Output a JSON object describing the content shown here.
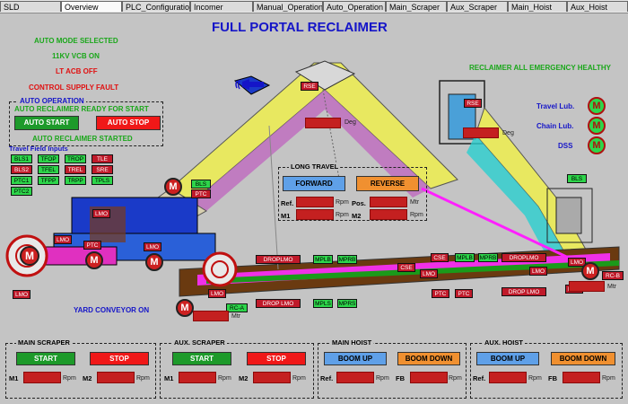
{
  "tabs": [
    "SLD",
    "Overview",
    "PLC_Configuration",
    "Incomer",
    "Manual_Operation",
    "Auto_Operation",
    "Main_Scraper",
    "Aux_Scraper",
    "Main_Hoist",
    "Aux_Hoist"
  ],
  "title": "FULL PORTAL RECLAIMER",
  "status": {
    "auto_mode": "AUTO MODE SELECTED",
    "vcb": "11KV VCB ON",
    "acb": "LT ACB OFF",
    "control_supply": "CONTROL SUPPLY FAULT",
    "emergency": "RECLAIMER ALL EMERGENCY HEALTHY"
  },
  "auto_operation": {
    "title": "AUTO OPERATION",
    "ready": "AUTO RECLAIMER READY FOR START",
    "start": "AUTO START",
    "stop": "AUTO STOP",
    "started": "AUTO RECLAIMER STARTED"
  },
  "travel_inputs": {
    "title": "Travel Field Inputs",
    "tags": [
      "BLS1",
      "TFOP",
      "TROP",
      "TLE",
      "BLS2",
      "TFEL",
      "TREL",
      "SRE",
      "PTC1",
      "TFPP",
      "TRPP",
      "TPLS",
      "PTC2"
    ]
  },
  "lubrication": {
    "travel": "Travel Lub.",
    "chain": "Chain Lub.",
    "dss": "DSS",
    "motor": "M"
  },
  "long_travel": {
    "title": "LONG TRAVEL",
    "forward": "FORWARD",
    "reverse": "REVERSE",
    "ref": "Ref.",
    "pos": "Pos.",
    "m1": "M1",
    "m2": "M2",
    "rpm": "Rpm",
    "mtr": "Mtr"
  },
  "structure": {
    "deg": "Deg",
    "mtr": "Mtr",
    "yard_conveyor": "YARD CONVEYOR ON",
    "motor": "M",
    "tags_green": [
      "BLS",
      "MPLB",
      "MPRB",
      "MPLS",
      "MPRS",
      "BLS",
      "MPLB",
      "MPRB",
      "RC-A"
    ],
    "tags_red": [
      "RSE",
      "RSE",
      "PTC",
      "LMO",
      "LMO",
      "PTC",
      "LMO",
      "LMO",
      "LMO",
      "DROPLMO",
      "DROP LMO",
      "CSE",
      "CSE",
      "LMO",
      "PTC",
      "PTC",
      "DROPLMO",
      "LMO",
      "RC-B",
      "LMO",
      "DROP LMO",
      "LMO"
    ]
  },
  "bottom": {
    "main_scraper": {
      "title": "MAIN SCRAPER",
      "start": "START",
      "stop": "STOP",
      "m1": "M1",
      "m2": "M2",
      "rpm": "Rpm"
    },
    "aux_scraper": {
      "title": "AUX. SCRAPER",
      "start": "START",
      "stop": "STOP",
      "m1": "M1",
      "m2": "M2",
      "rpm": "Rpm"
    },
    "main_hoist": {
      "title": "MAIN HOIST",
      "up": "BOOM UP",
      "down": "BOOM DOWN",
      "ref": "Ref.",
      "fb": "FB",
      "rpm": "Rpm"
    },
    "aux_hoist": {
      "title": "AUX. HOIST",
      "up": "BOOM UP",
      "down": "BOOM DOWN",
      "ref": "Ref.",
      "fb": "FB",
      "rpm": "Rpm"
    }
  },
  "colors": {
    "title": "#1515c8",
    "status_green": "#1aa71a",
    "status_red": "#e01010",
    "background": "#c4c4c4"
  }
}
